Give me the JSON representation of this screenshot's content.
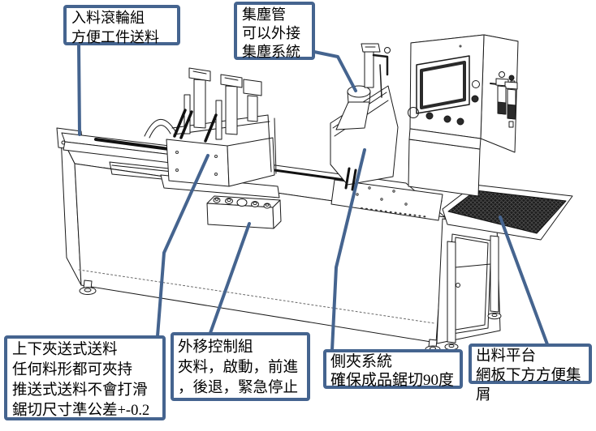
{
  "diagram_type": "annotated machine diagram (saw cutting machine)",
  "colors": {
    "callout_border": "#45648f",
    "leader_line": "#45648f",
    "line_art": "#1a1a1a",
    "mesh_fill": "#222222",
    "background": "#ffffff"
  },
  "callouts": [
    {
      "id": "infeed-rollers",
      "lines": [
        "入料滾輪組",
        "方便工件送料"
      ]
    },
    {
      "id": "dust-pipe",
      "lines": [
        "集塵管",
        "可以外接",
        "集塵系統"
      ]
    },
    {
      "id": "clamp-feed",
      "lines": [
        "上下夾送式送料",
        "任何料形都可夾持",
        "推送式送料不會打滑",
        "鋸切尺寸準公差+-0.2"
      ]
    },
    {
      "id": "control-group",
      "lines": [
        "外移控制組",
        "夾料，啟動，前進",
        "，後退，緊急停止"
      ]
    },
    {
      "id": "side-clamp",
      "lines": [
        "側夾系統",
        "確保成品鋸切90度"
      ]
    },
    {
      "id": "outfeed-platform",
      "lines": [
        "出料平台",
        "網板下方方便集屑"
      ]
    }
  ]
}
